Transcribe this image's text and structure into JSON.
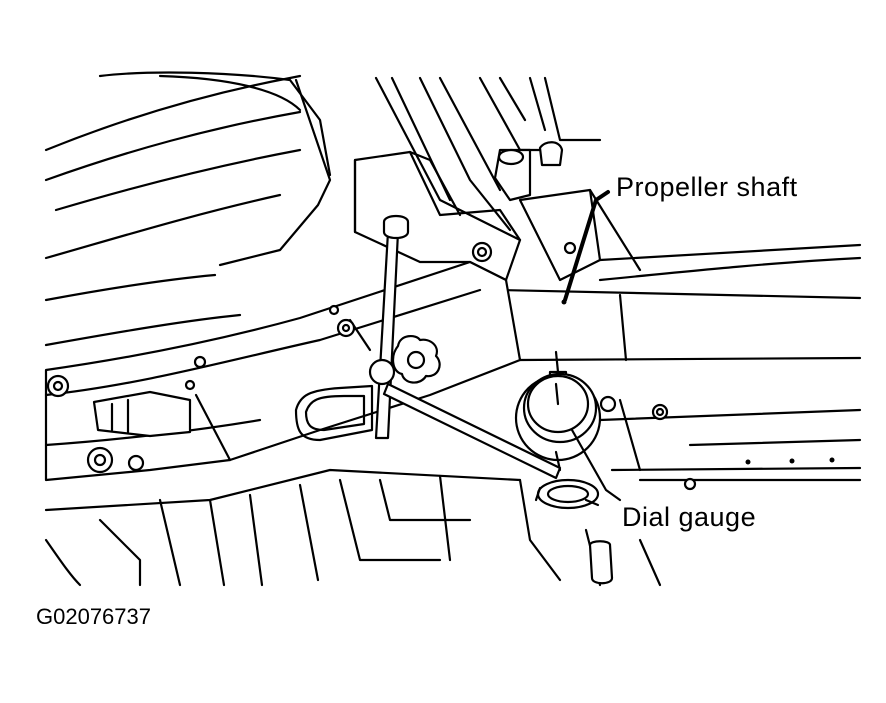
{
  "labels": {
    "propeller_shaft": "Propeller shaft",
    "dial_gauge": "Dial gauge",
    "figure_code": "G02076737"
  }
}
